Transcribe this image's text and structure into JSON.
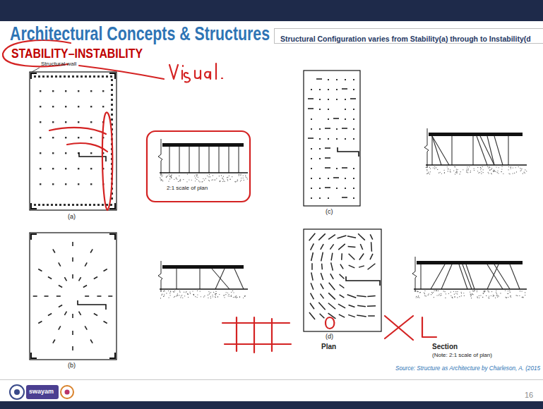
{
  "diagram": {
    "title": "Architectural Concepts & Structures",
    "nodes": [
      {
        "text": [
          "Structural Configuration varies from Stability(a) through to Instability(d"
        ]
      }
    ],
    "labels": [
      "STABILITY–INSTABILITY",
      "Structural wall",
      "(a)",
      "2:1 scale of plan",
      "(b)",
      "(c)",
      "(d)",
      "Plan",
      "Section",
      "(Note: 2:1 scale of plan)",
      "Source: Structure as Architecture by Charleson, A. (2015",
      "swayam",
      "16"
    ]
  }
}
